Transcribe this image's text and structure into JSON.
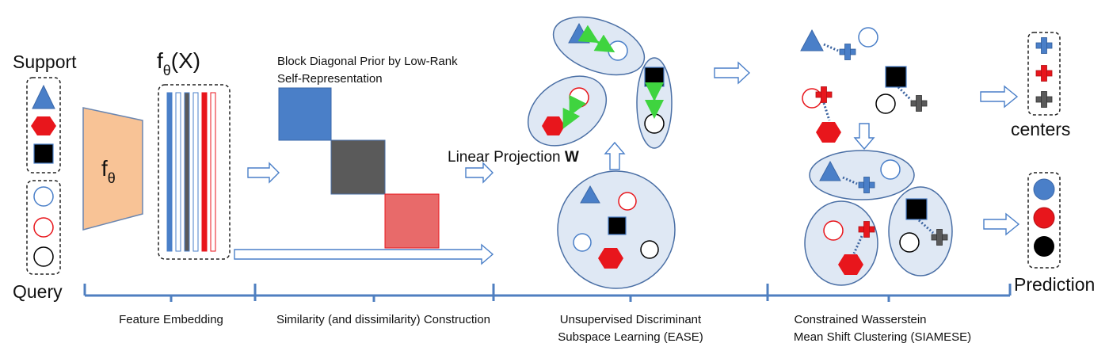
{
  "labels": {
    "support": "Support",
    "query": "Query",
    "f_theta_block": "f",
    "f_theta_block_sub": "θ",
    "f_theta_x": "f",
    "f_theta_x_sub": "θ",
    "f_theta_x_arg": "(X)",
    "block_diag_line1": "Block Diagonal Prior by Low-Rank",
    "block_diag_line2": "Self-Representation",
    "linear_projection": "Linear Projection ",
    "linear_projection_w": "W",
    "centers": "centers",
    "prediction": "Prediction"
  },
  "stages": {
    "feature_embedding": "Feature Embedding",
    "similarity": "Similarity (and dissimilarity) Construction",
    "ease_line1": "Unsupervised Discriminant",
    "ease_line2": "Subspace Learning (EASE)",
    "siamese_line1": "Constrained Wasserstein",
    "siamese_line2": "Mean Shift Clustering (SIAMESE)"
  },
  "colors": {
    "blue": "#4a7fc8",
    "red": "#e8161c",
    "black": "#000000",
    "gray": "#5a5a5a",
    "orange": "#f8c396",
    "cluster_fill": "#dfe8f4",
    "cluster_stroke": "#4a6fa5",
    "bracket": "#4f7fc0",
    "green": "#3fd43f"
  }
}
